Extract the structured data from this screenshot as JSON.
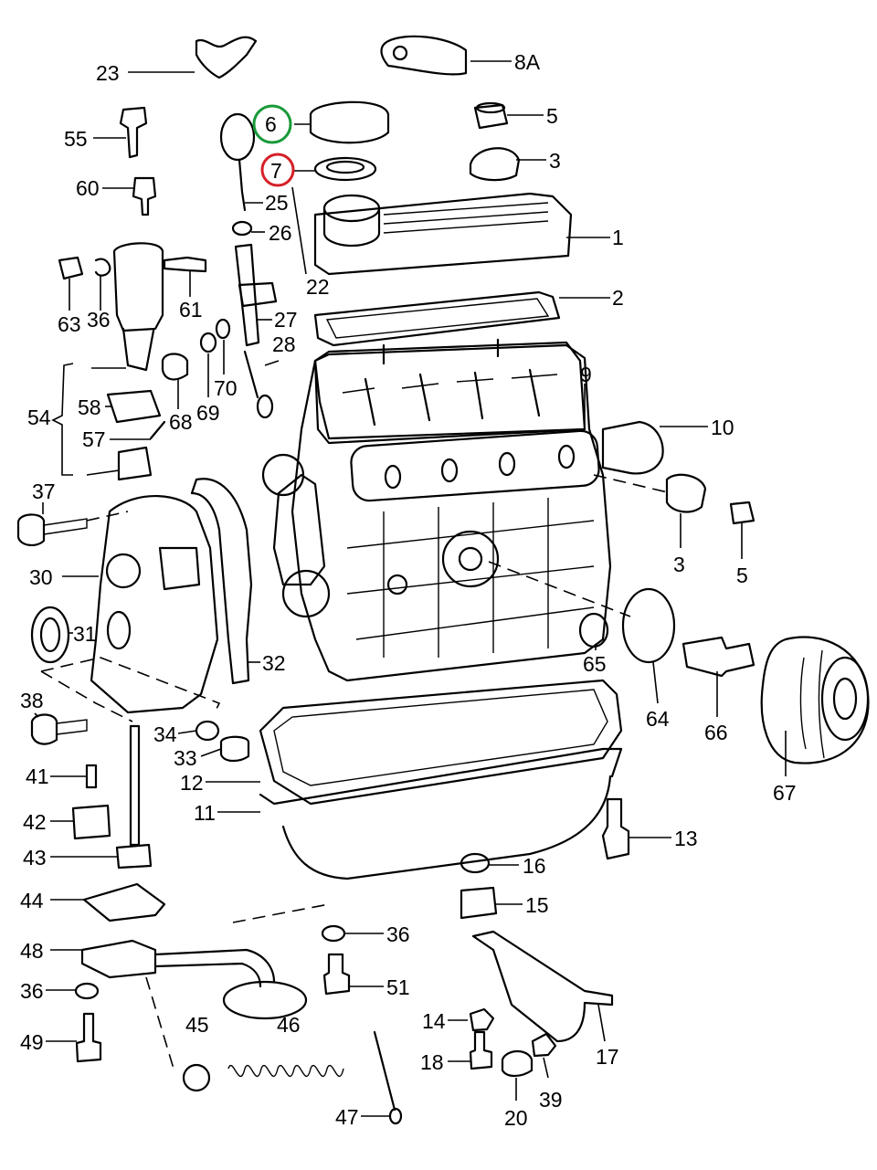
{
  "highlight_colors": {
    "green": "#1a9a3a",
    "red": "#d61f26"
  },
  "labels": {
    "p23": "23",
    "p8a": "8A",
    "p55": "55",
    "p6": "6",
    "p5a": "5",
    "p7": "7",
    "p3a": "3",
    "p60": "60",
    "p25": "25",
    "p26": "26",
    "p1": "1",
    "p22": "22",
    "p2": "2",
    "p63": "63",
    "p36a": "36",
    "p61": "61",
    "p27": "27",
    "p28": "28",
    "p70": "70",
    "p69": "69",
    "p68": "68",
    "p54": "54",
    "p58": "58",
    "p57": "57",
    "p9": "9",
    "p10": "10",
    "p37": "37",
    "p3b": "3",
    "p5b": "5",
    "p30": "30",
    "p31": "31",
    "p32": "32",
    "p65": "65",
    "p64": "64",
    "p66": "66",
    "p67": "67",
    "p38": "38",
    "p34": "34",
    "p33": "33",
    "p12": "12",
    "p41": "41",
    "p42": "42",
    "p11": "11",
    "p43": "43",
    "p13": "13",
    "p16": "16",
    "p44": "44",
    "p15": "15",
    "p36b": "36",
    "p48": "48",
    "p51": "51",
    "p36c": "36",
    "p45": "45",
    "p46": "46",
    "p14": "14",
    "p17": "17",
    "p49": "49",
    "p18": "18",
    "p39": "39",
    "p47": "47",
    "p20": "20"
  }
}
